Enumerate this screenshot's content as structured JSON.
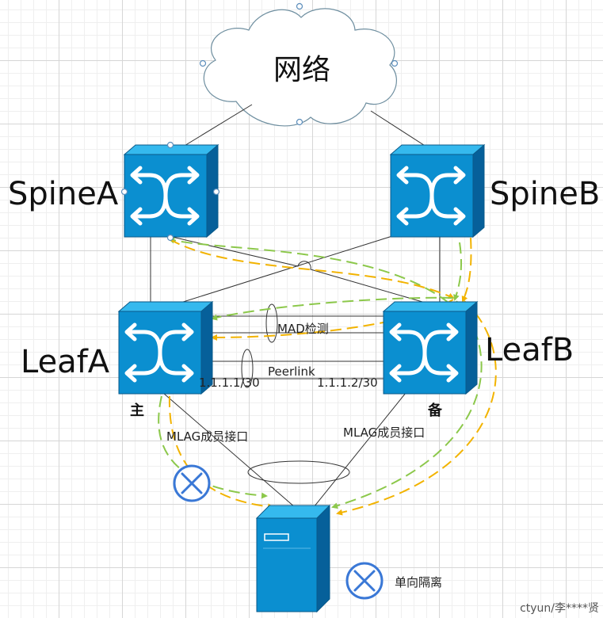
{
  "cloud": {
    "label": "网络"
  },
  "switches": {
    "spine_a": {
      "label": "SpineA"
    },
    "spine_b": {
      "label": "SpineB"
    },
    "leaf_a": {
      "label": "LeafA",
      "role": "主",
      "ip": "1.1.1.1/30"
    },
    "leaf_b": {
      "label": "LeafB",
      "role": "备",
      "ip": "1.1.1.2/30"
    }
  },
  "links": {
    "mad": "MAD检测",
    "peerlink": "Peerlink",
    "mlag_left": "MLAG成员接口",
    "mlag_right": "MLAG成员接口"
  },
  "legend": {
    "isolation": "单向隔离"
  },
  "watermark": "ctyun/李****贤",
  "colors": {
    "switch_face": "#0b8fd0",
    "switch_top": "#35b9ee",
    "switch_side": "#06609a",
    "path_green": "#8cc84b",
    "path_orange": "#f2b300",
    "cross_blue": "#3a78d6"
  },
  "icons": [
    "cloud-icon",
    "switch-icon",
    "server-icon",
    "isolation-x-icon"
  ]
}
